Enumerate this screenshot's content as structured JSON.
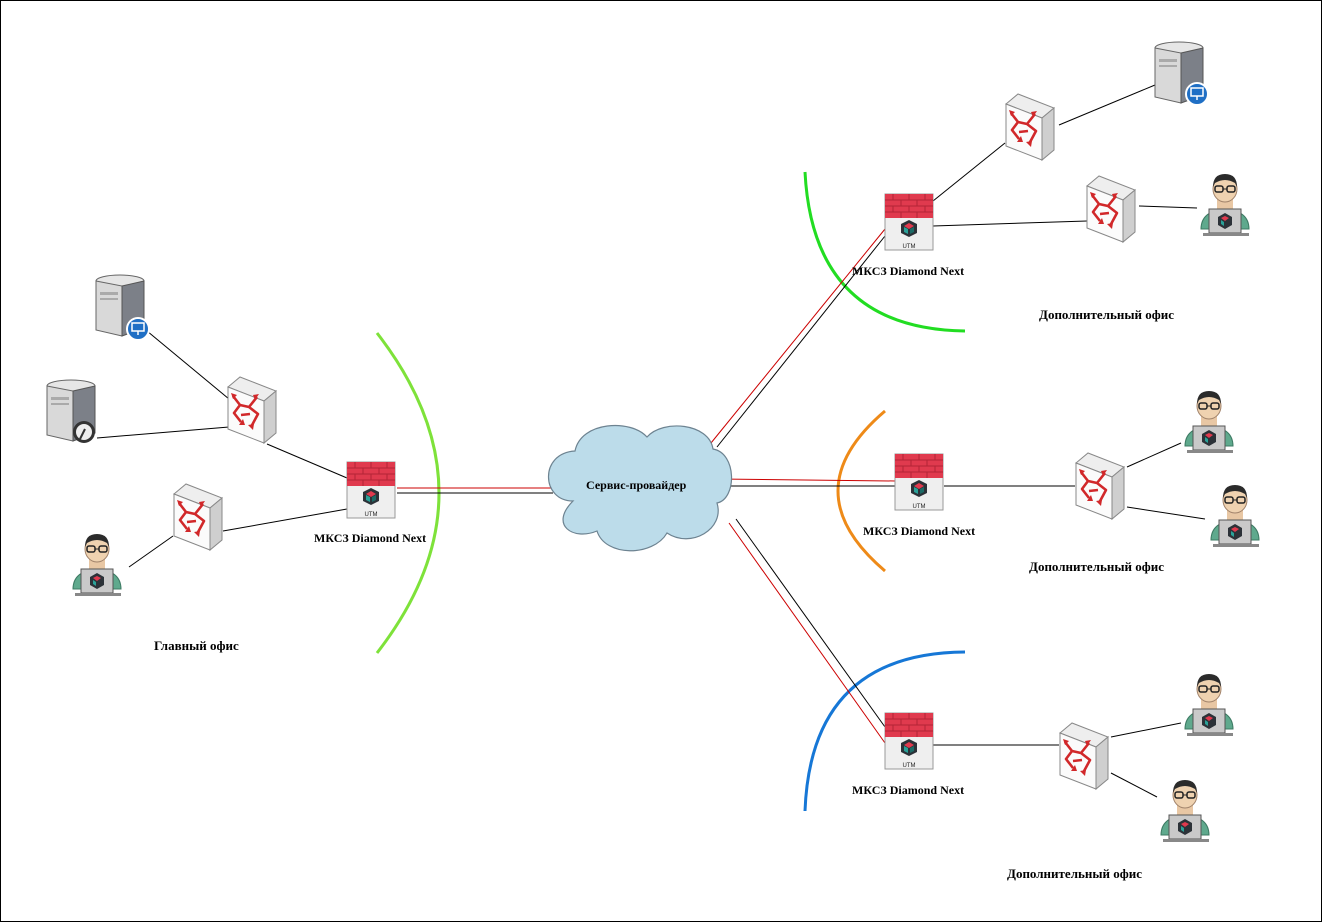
{
  "cloud_label": "Сервис-провайдер",
  "firewall_badge": "UTM",
  "firewalls": [
    {
      "label": "МКСЗ Diamond Next"
    },
    {
      "label": "МКСЗ Diamond Next"
    },
    {
      "label": "МКСЗ Diamond Next"
    },
    {
      "label": "МКСЗ Diamond Next"
    }
  ],
  "offices": {
    "main": "Главный офис",
    "additional_1": "Дополнительный офис",
    "additional_2": "Дополнительный офис",
    "additional_3": "Дополнительный офис"
  },
  "colors": {
    "arc_main": "#7ee23a",
    "arc_office_1": "#22dd22",
    "arc_office_2": "#ee8a18",
    "arc_office_3": "#1677d6",
    "firewall_red": "#e03a4e",
    "cloud_fill": "#bcdcea",
    "secure_link": "#cc0000"
  },
  "icons": [
    "cloud-icon",
    "firewall-icon",
    "switch-icon",
    "server-icon",
    "user-laptop-icon"
  ]
}
